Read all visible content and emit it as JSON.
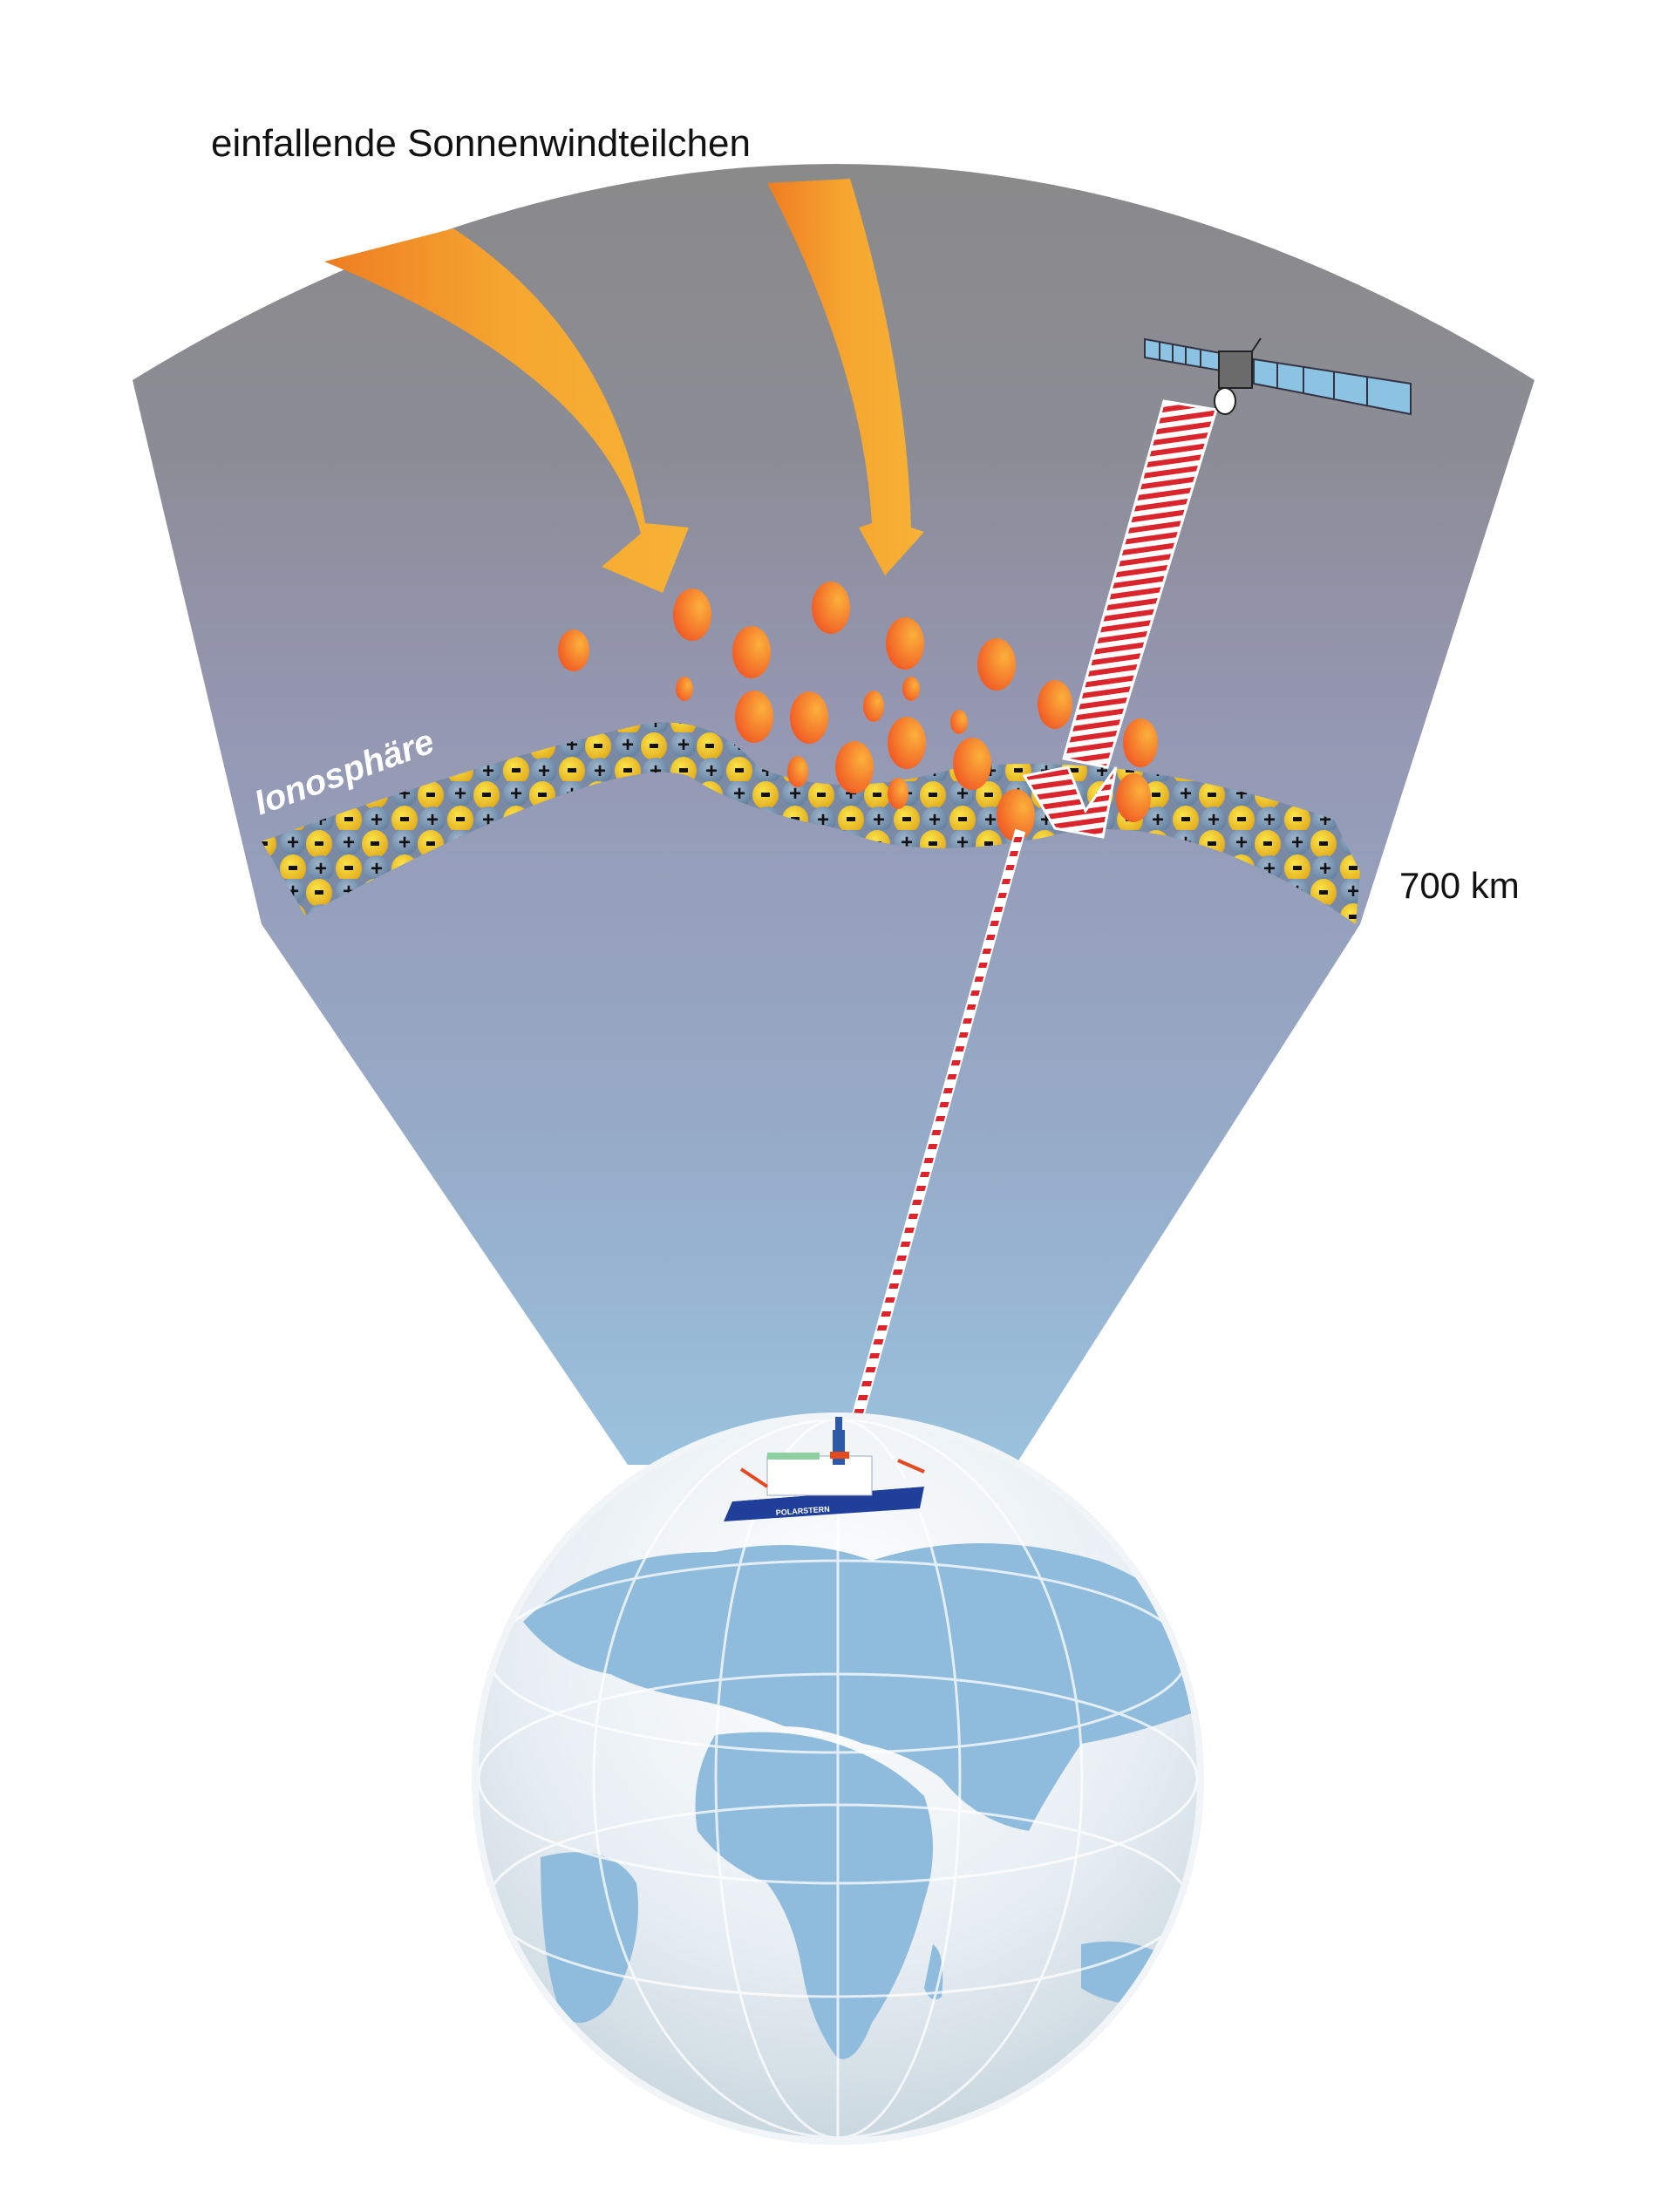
{
  "diagram": {
    "title": "einfallende Sonnenwindteilchen",
    "labels": {
      "ionosphere": "Ionosphäre",
      "altitude": "700 km",
      "ship_name": "POLARSTERN"
    },
    "components": [
      {
        "id": "solar-wind-arrows",
        "description": "two orange arrows of incoming solar wind particles",
        "count": 2
      },
      {
        "id": "solar-wind-particles",
        "description": "orange spheres entering the atmosphere"
      },
      {
        "id": "atmosphere-sector",
        "description": "grey-to-blue gradient wedge from Earth to space"
      },
      {
        "id": "ionosphere-band",
        "description": "band of positive (+) and negative (-) ions",
        "symbols": [
          "+",
          "-"
        ]
      },
      {
        "id": "satellite",
        "description": "satellite with solar panels and dish antenna"
      },
      {
        "id": "signal-beam",
        "description": "red-striped radio signal beam from satellite to ship, refracted in the ionosphere"
      },
      {
        "id": "ship",
        "description": "research vessel Polarstern on top of the globe"
      },
      {
        "id": "globe",
        "description": "Earth globe showing Europe, Africa and Asia"
      }
    ],
    "colors": {
      "arrow": "#f5a630",
      "arrow_dark": "#ee7d22",
      "particle": "#f57f24",
      "sky_top": "#8a8a8a",
      "sky_mid": "#9496b0",
      "sky_bottom": "#9ac0dc",
      "ion_positive": "#7f9bb8",
      "ion_negative": "#f2c81e",
      "signal": "#d9252b",
      "ocean": "#e4eef4",
      "land": "#8fbbdc"
    }
  }
}
